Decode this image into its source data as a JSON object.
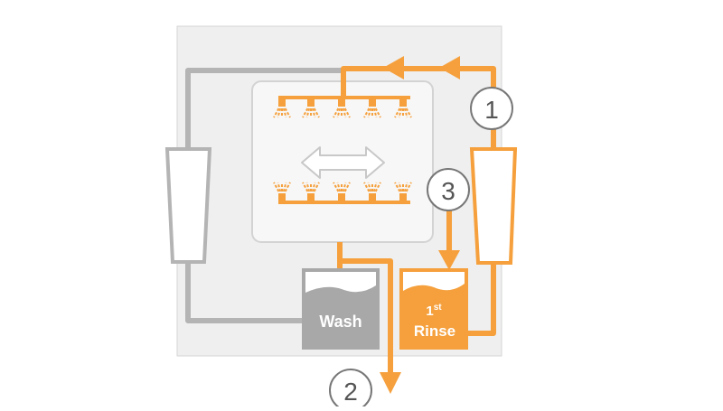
{
  "diagram": {
    "step_labels": [
      "1",
      "2",
      "3"
    ],
    "tanks": {
      "wash": {
        "label": "Wash"
      },
      "rinse": {
        "label_number": "1",
        "label_sup": "st",
        "label_word": "Rinse"
      }
    },
    "icons": {
      "reciprocating": "double-arrow-icon",
      "nozzles": "spray-nozzle-icon",
      "pump": "pump-icon"
    }
  },
  "colors": {
    "accent": "#F5A03C",
    "grey_pipe": "#B4B4B4",
    "panel": "#EFEFEF",
    "tank_grey": "#A8A8A8",
    "chamber": "#F7F7F7"
  }
}
